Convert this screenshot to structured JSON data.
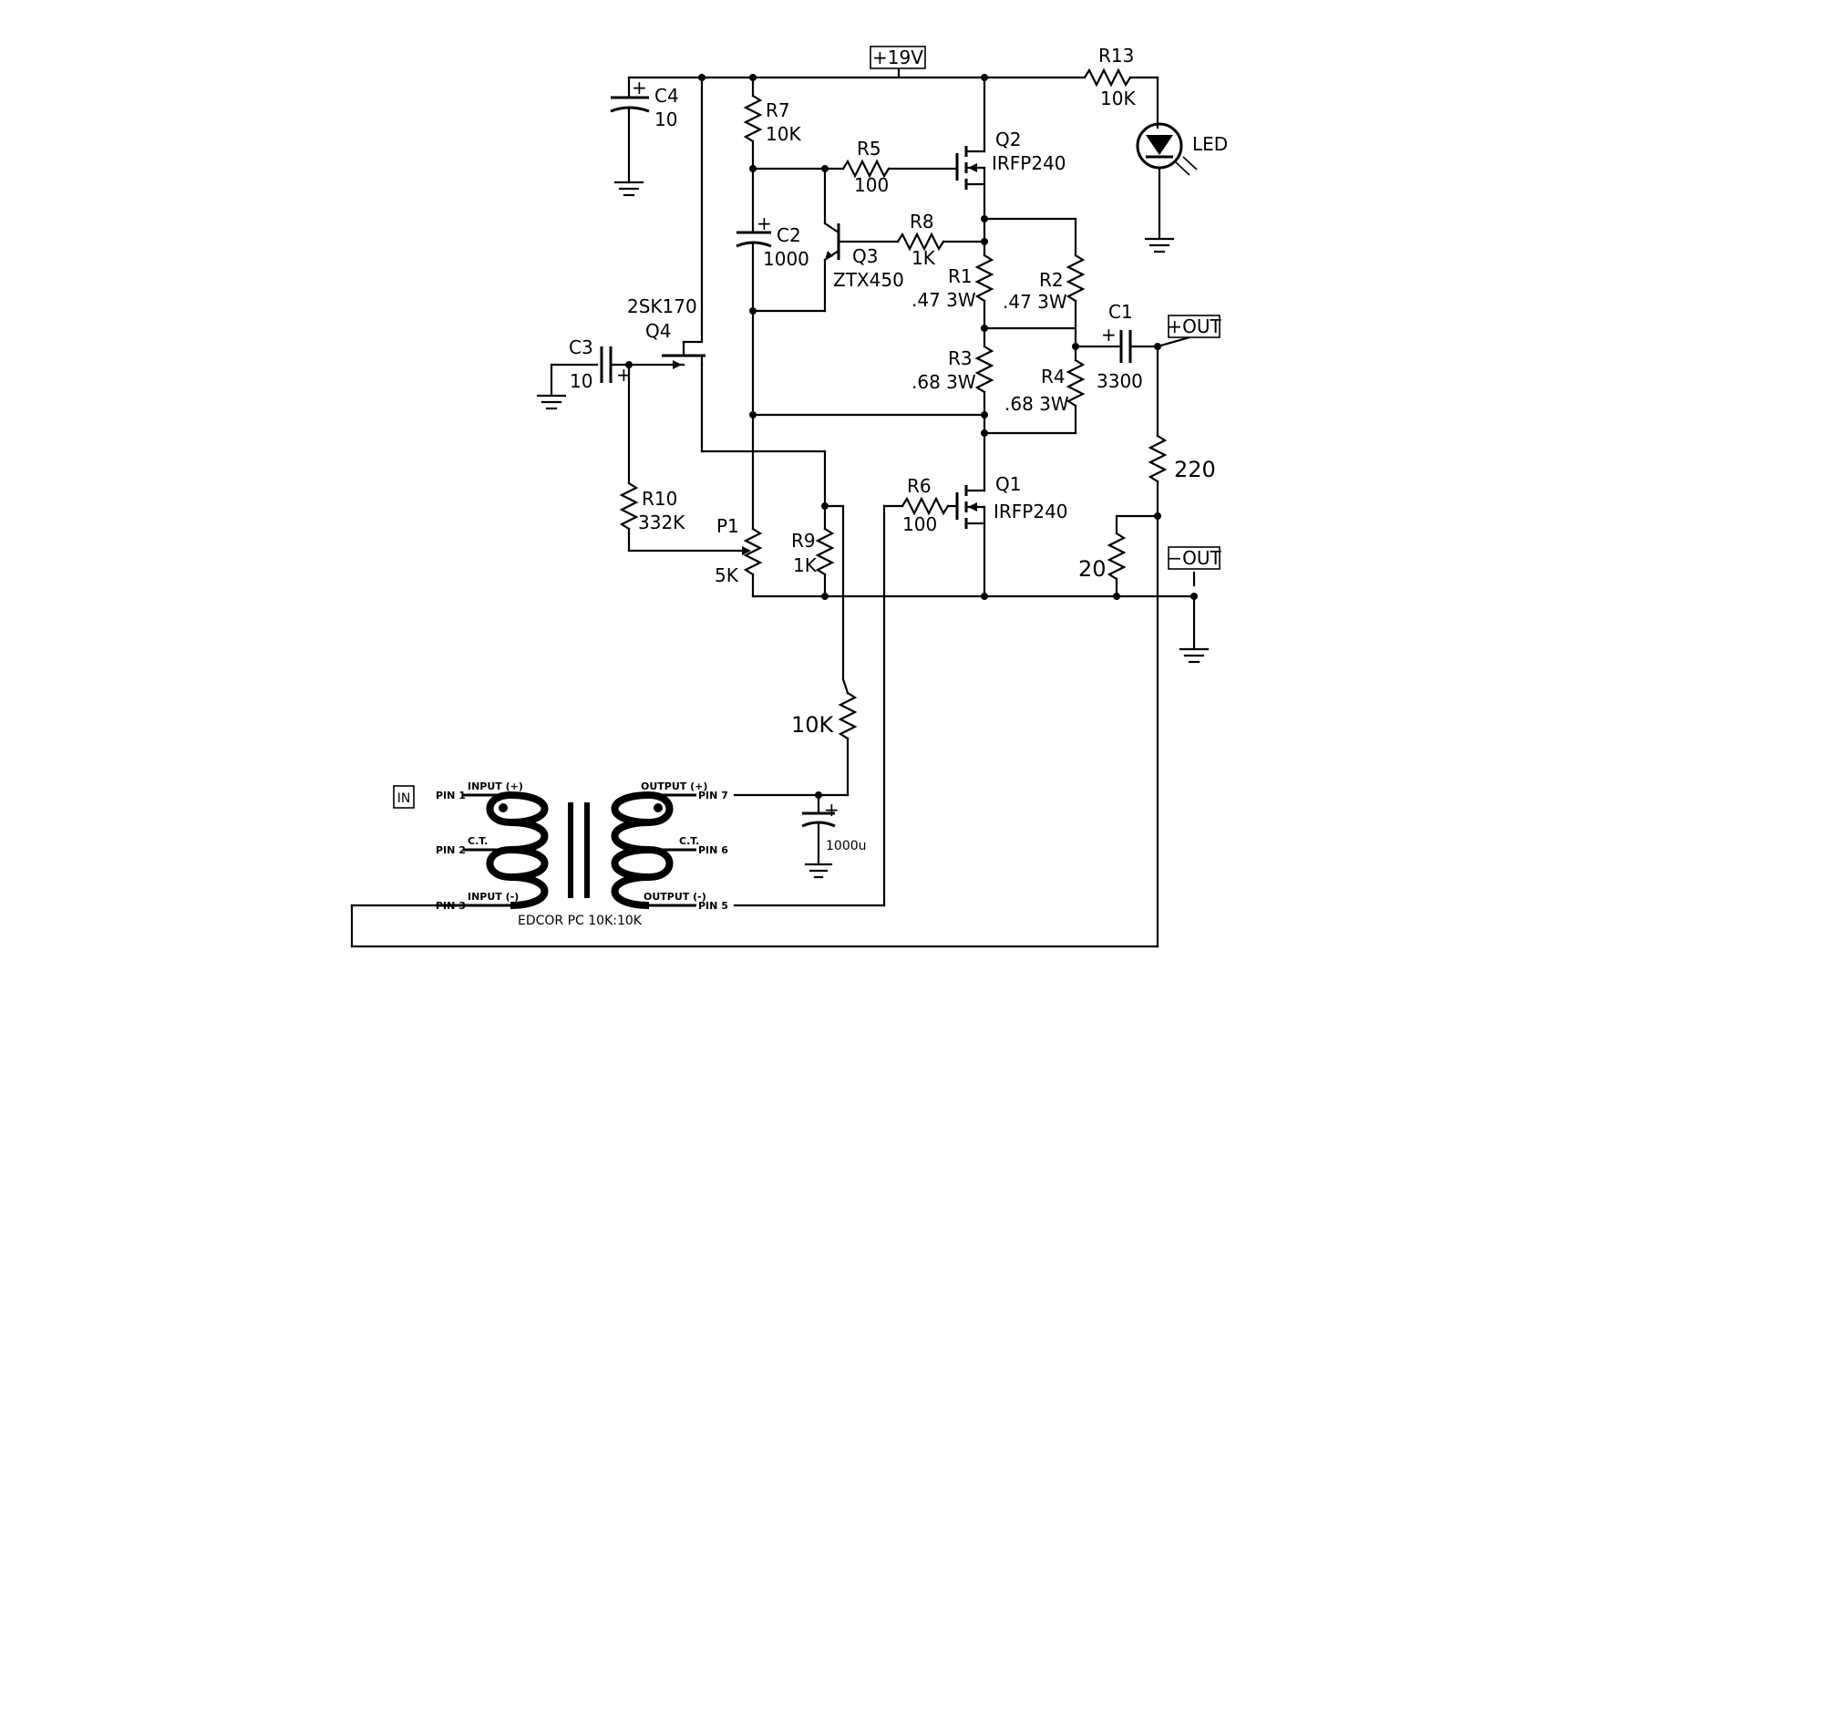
{
  "supply": {
    "label": "+19V"
  },
  "outputs": {
    "pos": "+OUT",
    "neg": "−OUT",
    "input": "IN"
  },
  "components": {
    "C4": {
      "ref": "C4",
      "value": "10"
    },
    "R7": {
      "ref": "R7",
      "value": "10K"
    },
    "R5": {
      "ref": "R5",
      "value": "100"
    },
    "Q2": {
      "ref": "Q2",
      "part": "IRFP240"
    },
    "R13": {
      "ref": "R13",
      "value": "10K"
    },
    "LED": {
      "ref": "LED"
    },
    "C2": {
      "ref": "C2",
      "value": "1000"
    },
    "Q3": {
      "ref": "Q3",
      "part": "ZTX450"
    },
    "R8": {
      "ref": "R8",
      "value": "1K"
    },
    "R1": {
      "ref": "R1",
      "value": ".47 3W"
    },
    "R2": {
      "ref": "R2",
      "value": ".47 3W"
    },
    "C1": {
      "ref": "C1",
      "value": "3300"
    },
    "Q4": {
      "ref": "Q4",
      "part": "2SK170"
    },
    "C3": {
      "ref": "C3",
      "value": "10"
    },
    "R3": {
      "ref": "R3",
      "value": ".68 3W"
    },
    "R4": {
      "ref": "R4",
      "value": ".68 3W"
    },
    "R220": {
      "value": "220"
    },
    "R10": {
      "ref": "R10",
      "value": "332K"
    },
    "R6": {
      "ref": "R6",
      "value": "100"
    },
    "Q1": {
      "ref": "Q1",
      "part": "IRFP240"
    },
    "P1": {
      "ref": "P1",
      "value": "5K"
    },
    "R9": {
      "ref": "R9",
      "value": "1K"
    },
    "R20": {
      "value": "20"
    },
    "R10K": {
      "value": "10K"
    },
    "Cbig": {
      "value": "1000u"
    }
  },
  "transformer": {
    "name": "EDCOR PC 10K:10K",
    "pin1": "PIN 1",
    "pin2": "PIN 2",
    "pin3": "PIN 3",
    "pin5": "PIN 5",
    "pin6": "PIN 6",
    "pin7": "PIN 7",
    "in_pos": "INPUT (+)",
    "in_ct": "C.T.",
    "in_neg": "INPUT (-)",
    "out_pos": "OUTPUT (+)",
    "out_ct": "C.T.",
    "out_neg": "OUTPUT (-)"
  }
}
